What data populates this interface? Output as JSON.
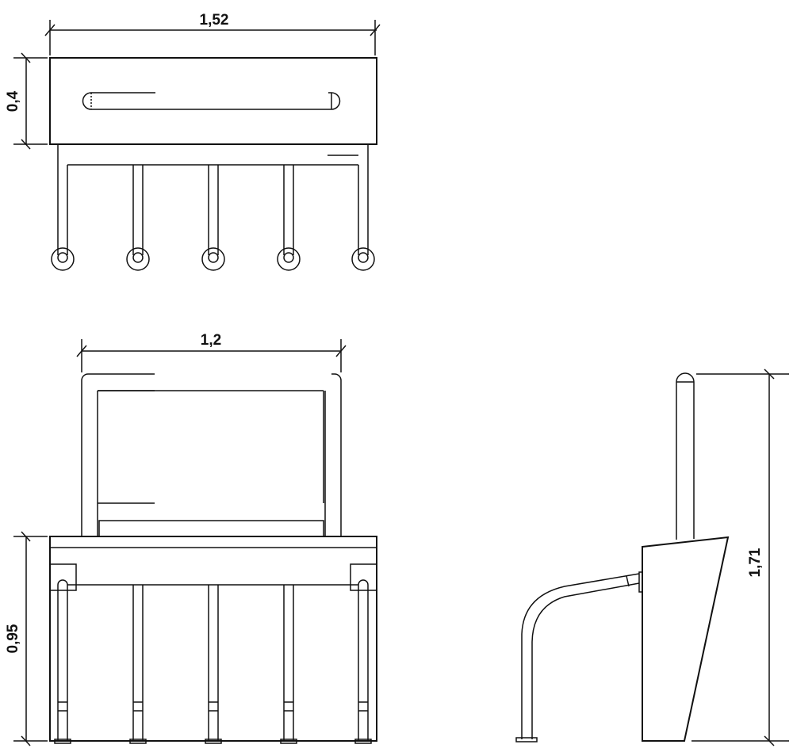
{
  "top_view": {
    "width_label": "1,52",
    "depth_label": "0,4"
  },
  "front_view": {
    "backrest_width_label": "1,2",
    "height_label": "0,95"
  },
  "side_view": {
    "total_height_label": "1,71"
  },
  "colors": {
    "line": "#111111",
    "background": "#ffffff"
  }
}
